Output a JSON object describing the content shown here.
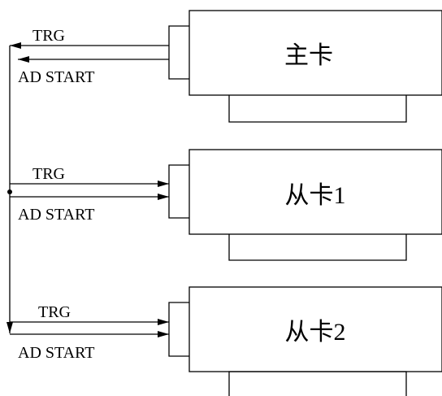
{
  "signals": {
    "trg": "TRG",
    "ad_start": "AD START"
  },
  "cards": [
    {
      "label": "主卡"
    },
    {
      "label": "从卡1"
    },
    {
      "label": "从卡2"
    }
  ],
  "colors": {
    "line": "#000000",
    "background": "#ffffff"
  }
}
